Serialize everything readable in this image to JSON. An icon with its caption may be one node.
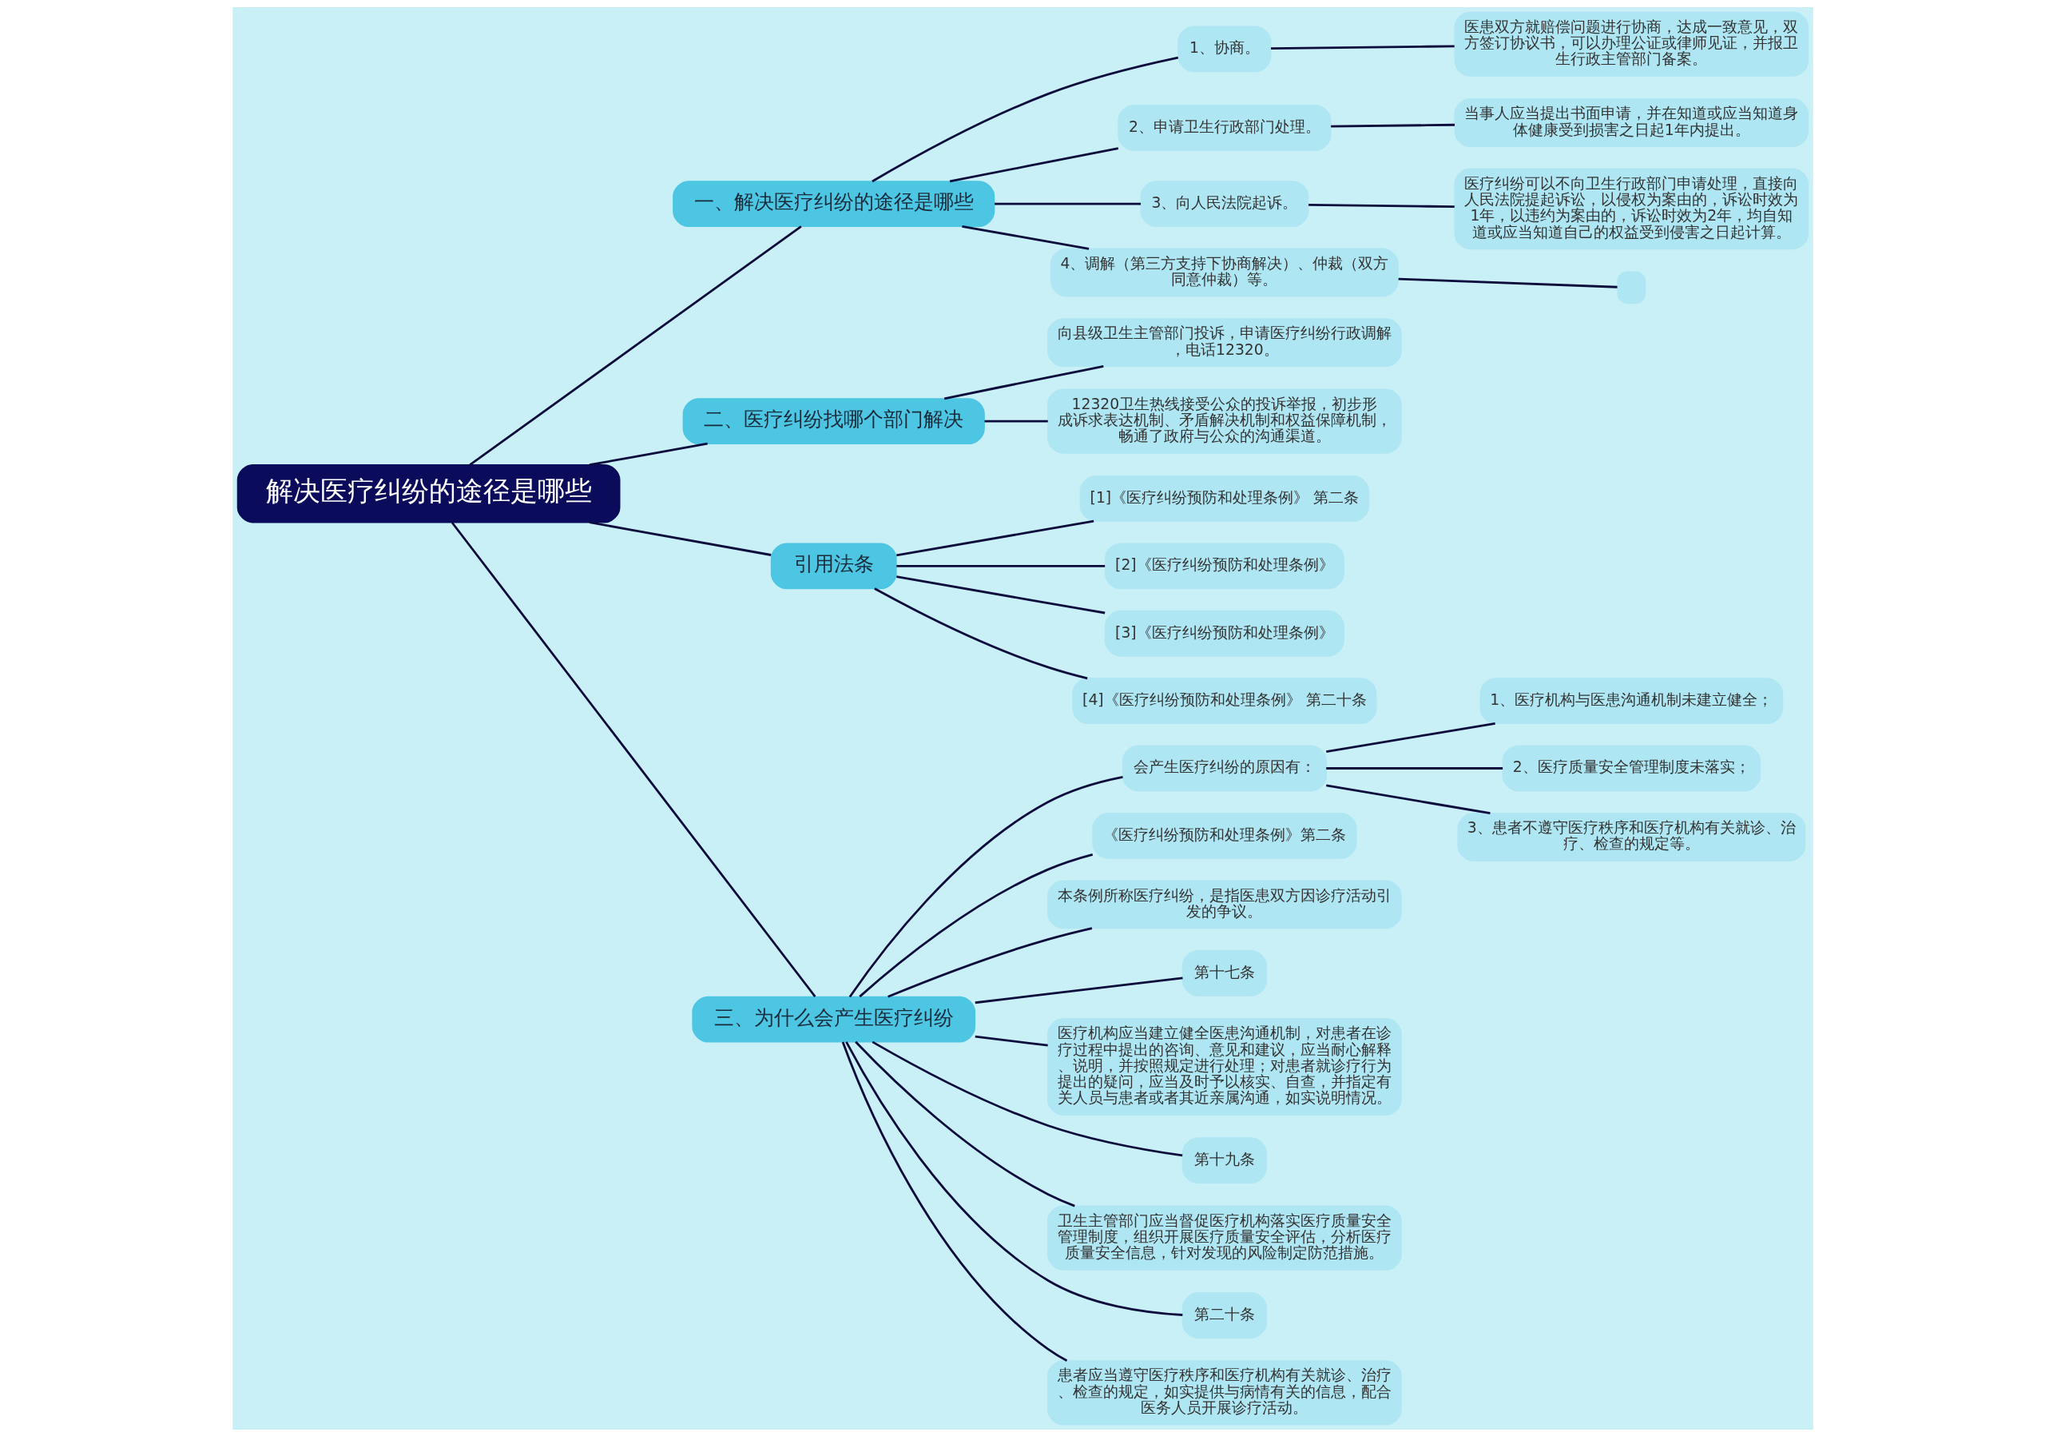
{
  "diagram": {
    "nodes": [
      {
        "text": [
          "解决医疗纠纷的途径是哪些"
        ]
      },
      {
        "text": [
          "一、解决医疗纠纷的途径是哪些"
        ]
      },
      {
        "text": [
          "1、协商。"
        ]
      },
      {
        "text": [
          "医患双方就赔偿问题进行协商，达成一致意见，双方签订协议书，可以办理公证或律师见证，并报卫生行政主管部门备案。"
        ]
      },
      {
        "text": [
          "2、申请卫生行政部门处理。"
        ]
      },
      {
        "text": [
          "当事人应当提出书面申请，并在知道或应当知道身体健康受到损害之日起1年内提出。"
        ]
      },
      {
        "text": [
          "3、向人民法院起诉。"
        ]
      },
      {
        "text": [
          "医疗纠纷可以不向卫生行政部门申请处理，直接向人民法院提起诉讼，以侵权为案由的，诉讼时效为1年，以违约为案由的，诉讼时效为2年，均自知道或应当知道自己的权益受到侵害之日起计算。"
        ]
      },
      {
        "text": [
          "4、调解（第三方支持下协商解决）、仲裁（双方同意仲裁）等。"
        ]
      },
      {
        "text": [],
        "shape": "box"
      },
      {
        "text": [
          "二、医疗纠纷找哪个部门解决"
        ]
      },
      {
        "text": [
          "向县级卫生主管部门投诉，申请医疗纠纷行政调解，电话12320。"
        ]
      },
      {
        "text": [
          "12320卫生热线接受公众的投诉举报，初步形成诉求表达机制、矛盾解决机制和权益保障机制，畅通了政府与公众的沟通渠道。"
        ]
      },
      {
        "text": [
          "引用法条"
        ]
      },
      {
        "text": [
          "[1]《医疗纠纷预防和处理条例》 第二条"
        ]
      },
      {
        "text": [
          "[2]《医疗纠纷预防和处理条例》"
        ]
      },
      {
        "text": [
          "[3]《医疗纠纷预防和处理条例》"
        ]
      },
      {
        "text": [
          "[4]《医疗纠纷预防和处理条例》 第二十条"
        ]
      },
      {
        "text": [
          "三、为什么会产生医疗纠纷"
        ]
      },
      {
        "text": [
          "会产生医疗纠纷的原因有："
        ]
      },
      {
        "text": [
          "1、医疗机构与医患沟通机制未建立健全；"
        ]
      },
      {
        "text": [
          "2、医疗质量安全管理制度未落实；"
        ]
      },
      {
        "text": [
          "3、患者不遵守医疗秩序和医疗机构有关就诊、治疗、检查的规定等。"
        ]
      },
      {
        "text": [
          "《医疗纠纷预防和处理条例》第二条"
        ]
      },
      {
        "text": [
          "本条例所称医疗纠纷，是指医患双方因诊疗活动引发的争议。"
        ]
      },
      {
        "text": [
          "第十七条"
        ]
      },
      {
        "text": [
          "医疗机构应当建立健全医患沟通机制，对患者在诊疗过程中提出的咨询、意见和建议，应当耐心解释、说明，并按照规定进行处理；对患者就诊疗行为提出的疑问，应当及时予以核实、自查，并指定有关人员与患者或者其近亲属沟通，如实说明情况。"
        ]
      },
      {
        "text": [
          "第十九条"
        ]
      },
      {
        "text": [
          "卫生主管部门应当督促医疗机构落实医疗质量安全管理制度，组织开展医疗质量安全评估，分析医疗质量安全信息，针对发现的风险制定防范措施。"
        ]
      },
      {
        "text": [
          "第二十条"
        ]
      },
      {
        "text": [
          "患者应当遵守医疗秩序和医疗机构有关就诊、治疗、检查的规定，如实提供与病情有关的信息，配合医务人员开展诊疗活动。"
        ]
      }
    ],
    "edges": [
      {
        "from": 0,
        "to": 1,
        "arrow": "none"
      },
      {
        "from": 1,
        "to": 2,
        "arrow": "none"
      },
      {
        "from": 2,
        "to": 3,
        "arrow": "none"
      },
      {
        "from": 1,
        "to": 4,
        "arrow": "none"
      },
      {
        "from": 4,
        "to": 5,
        "arrow": "none"
      },
      {
        "from": 1,
        "to": 6,
        "arrow": "none"
      },
      {
        "from": 6,
        "to": 7,
        "arrow": "none"
      },
      {
        "from": 1,
        "to": 8,
        "arrow": "none"
      },
      {
        "from": 8,
        "to": 9,
        "arrow": "none"
      },
      {
        "from": 0,
        "to": 10,
        "arrow": "none"
      },
      {
        "from": 10,
        "to": 11,
        "arrow": "none"
      },
      {
        "from": 10,
        "to": 12,
        "arrow": "none"
      },
      {
        "from": 0,
        "to": 13,
        "arrow": "none"
      },
      {
        "from": 13,
        "to": 14,
        "arrow": "none"
      },
      {
        "from": 13,
        "to": 15,
        "arrow": "none"
      },
      {
        "from": 13,
        "to": 16,
        "arrow": "none"
      },
      {
        "from": 13,
        "to": 17,
        "arrow": "none"
      },
      {
        "from": 0,
        "to": 18,
        "arrow": "none"
      },
      {
        "from": 18,
        "to": 19,
        "arrow": "none"
      },
      {
        "from": 19,
        "to": 20,
        "arrow": "none"
      },
      {
        "from": 19,
        "to": 21,
        "arrow": "none"
      },
      {
        "from": 19,
        "to": 22,
        "arrow": "none"
      },
      {
        "from": 18,
        "to": 23,
        "arrow": "none"
      },
      {
        "from": 18,
        "to": 24,
        "arrow": "none"
      },
      {
        "from": 18,
        "to": 25,
        "arrow": "none"
      },
      {
        "from": 18,
        "to": 26,
        "arrow": "none"
      },
      {
        "from": 18,
        "to": 27,
        "arrow": "none"
      },
      {
        "from": 18,
        "to": 28,
        "arrow": "none"
      },
      {
        "from": 18,
        "to": 29,
        "arrow": "none"
      },
      {
        "from": 18,
        "to": 30,
        "arrow": "none"
      }
    ]
  }
}
